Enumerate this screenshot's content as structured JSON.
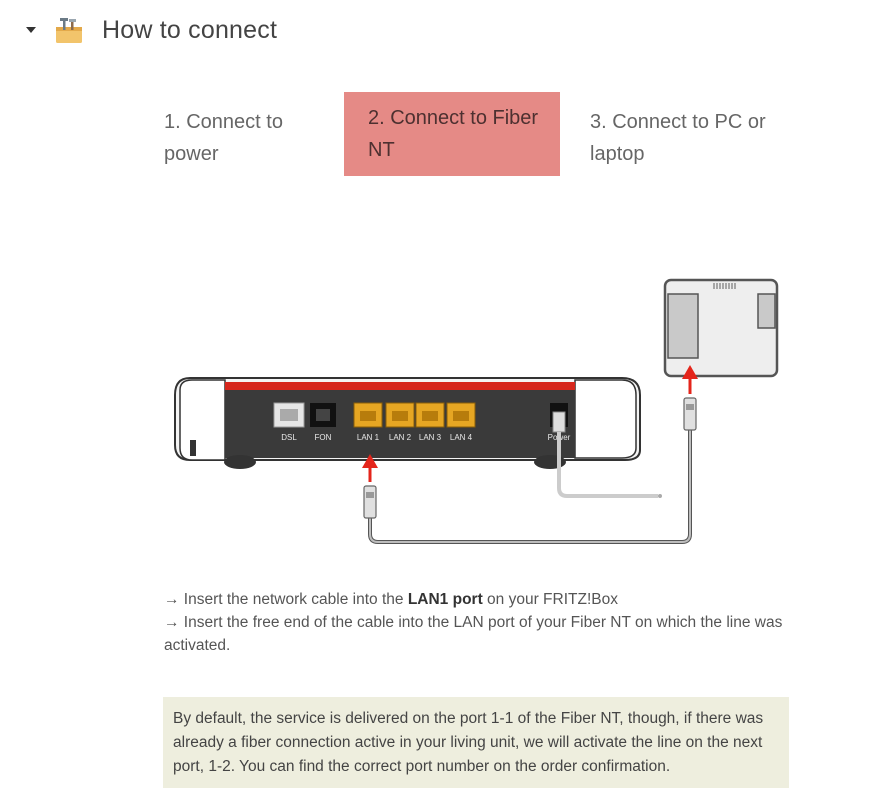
{
  "section": {
    "title": "How to connect",
    "icons": {
      "caret": "caret-down-icon",
      "toolbox": "toolbox-icon"
    }
  },
  "tabs": [
    {
      "label": "1. Connect to power",
      "active": false
    },
    {
      "label": "2. Connect to Fiber NT",
      "active": true
    },
    {
      "label": "3. Connect to PC or laptop",
      "active": false
    }
  ],
  "diagram": {
    "ports": [
      "DSL",
      "FON",
      "LAN 1",
      "LAN 2",
      "LAN 3",
      "LAN 4",
      "Power"
    ]
  },
  "instructions": {
    "line1_prefix": "→ Insert the network cable into the ",
    "line1_bold": "LAN1 port",
    "line1_suffix": " on your FRITZ!Box",
    "line2": "→ Insert the free end of the cable into the LAN port of your Fiber NT on which the line was activated."
  },
  "note": {
    "text": "By default, the service is delivered on the port 1-1 of the Fiber NT, though, if there was already a fiber connection active in your living unit, we will activate the line on the next port, 1-2. You can find the correct port number on the order confirmation."
  },
  "colors": {
    "active_tab": "#e58a86",
    "note_bg": "#eeeede",
    "router_red": "#d6261c",
    "arrow_red": "#e4251b",
    "lan_yellow": "#e6a623"
  }
}
